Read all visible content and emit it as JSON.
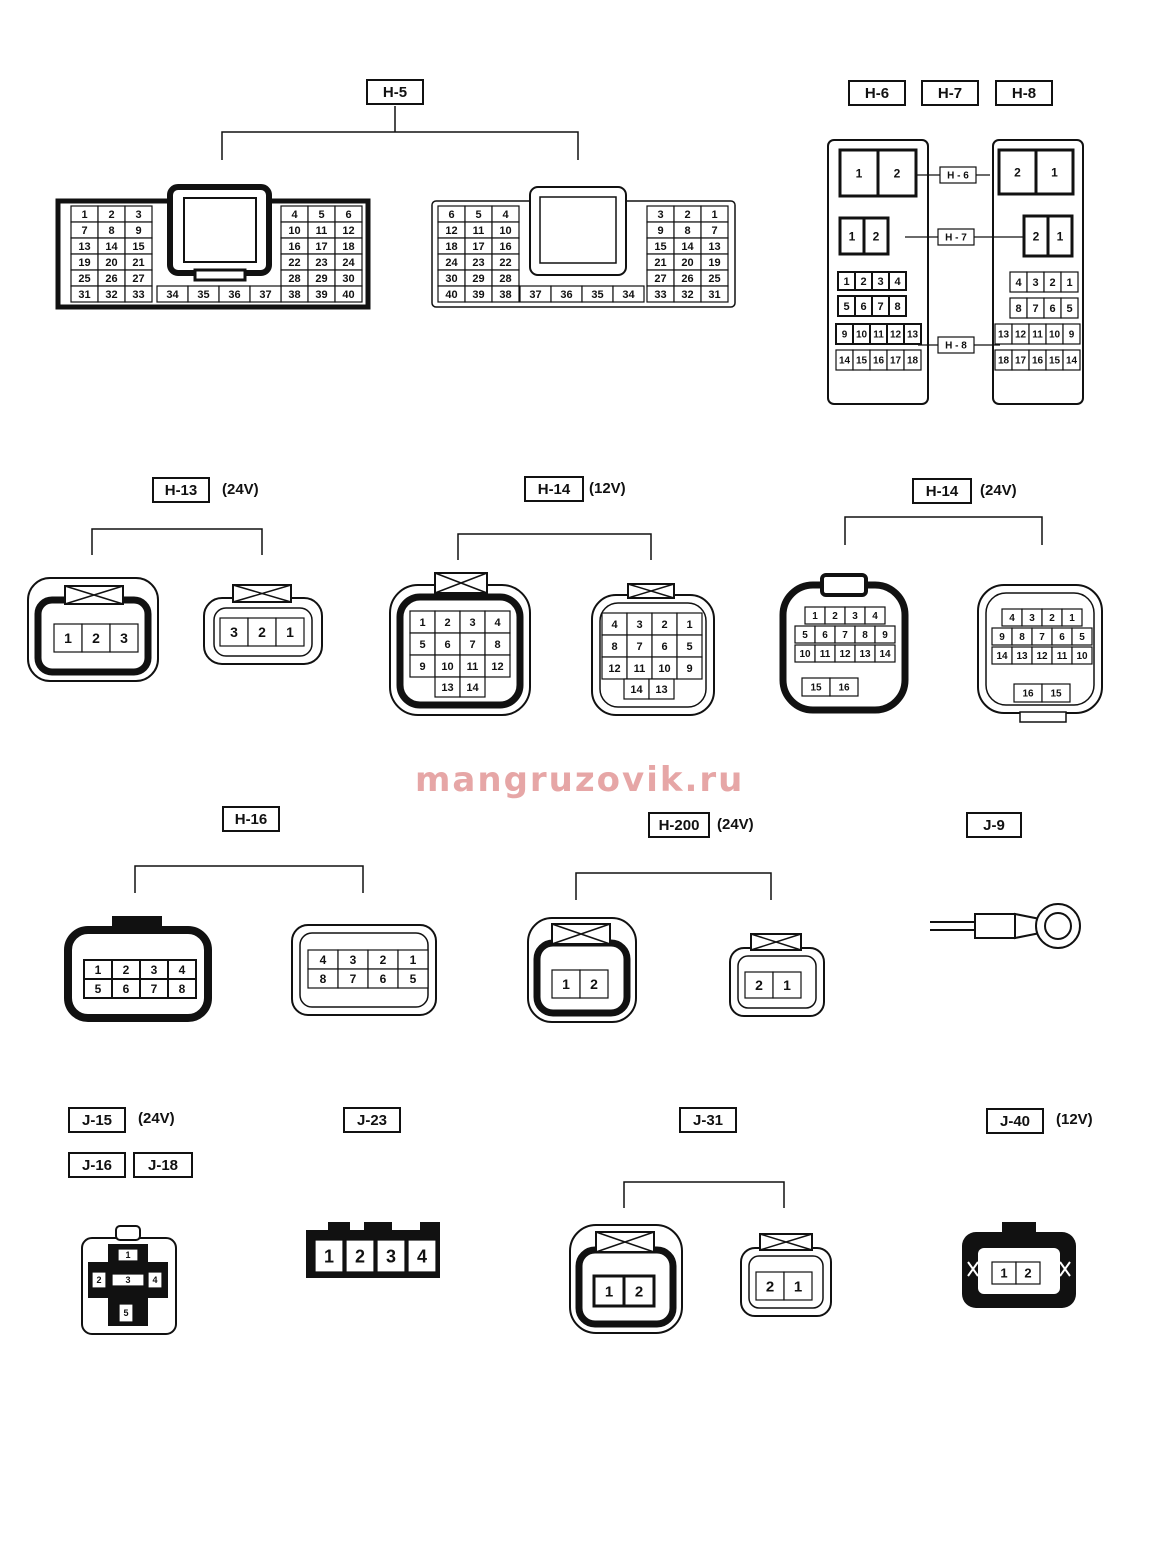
{
  "watermark": "mangruzovik.ru",
  "labels": {
    "h5": "H-5",
    "h6": "H-6",
    "h7": "H-7",
    "h8": "H-8",
    "h13": "H-13",
    "h14a": "H-14",
    "h14b": "H-14",
    "h16": "H-16",
    "h200": "H-200",
    "j9": "J-9",
    "j15": "J-15",
    "j16": "J-16",
    "j18": "J-18",
    "j23": "J-23",
    "j31": "J-31",
    "j40": "J-40"
  },
  "voltages": {
    "h13": "(24V)",
    "h14a": "(12V)",
    "h14b": "(24V)",
    "h200": "(24V)",
    "j15": "(24V)",
    "j40": "(12V)"
  },
  "h5": {
    "left_rows_a": [
      [
        "1",
        "2",
        "3"
      ],
      [
        "7",
        "8",
        "9"
      ],
      [
        "13",
        "14",
        "15"
      ],
      [
        "19",
        "20",
        "21"
      ],
      [
        "25",
        "26",
        "27"
      ],
      [
        "31",
        "32",
        "33"
      ]
    ],
    "left_rows_b": [
      [
        "4",
        "5",
        "6"
      ],
      [
        "10",
        "11",
        "12"
      ],
      [
        "16",
        "17",
        "18"
      ],
      [
        "22",
        "23",
        "24"
      ],
      [
        "28",
        "29",
        "30"
      ],
      [
        "38",
        "39",
        "40"
      ]
    ],
    "left_mid": [
      "34",
      "35",
      "36",
      "37"
    ],
    "right_rows_a": [
      [
        "6",
        "5",
        "4"
      ],
      [
        "12",
        "11",
        "10"
      ],
      [
        "18",
        "17",
        "16"
      ],
      [
        "24",
        "23",
        "22"
      ],
      [
        "30",
        "29",
        "28"
      ],
      [
        "40",
        "39",
        "38"
      ]
    ],
    "right_rows_b": [
      [
        "3",
        "2",
        "1"
      ],
      [
        "9",
        "8",
        "7"
      ],
      [
        "15",
        "14",
        "13"
      ],
      [
        "21",
        "20",
        "19"
      ],
      [
        "27",
        "26",
        "25"
      ],
      [
        "33",
        "32",
        "31"
      ]
    ],
    "right_mid": [
      "37",
      "36",
      "35",
      "34"
    ]
  },
  "h678": {
    "callouts": [
      "H - 6",
      "H - 7",
      "H - 8"
    ],
    "left": {
      "big": [
        "1",
        "2"
      ],
      "mid": [
        "1",
        "2"
      ],
      "rows": [
        [
          "1",
          "2",
          "3",
          "4"
        ],
        [
          "5",
          "6",
          "7",
          "8"
        ],
        [
          "9",
          "10",
          "11",
          "12",
          "13"
        ],
        [
          "14",
          "15",
          "16",
          "17",
          "18"
        ]
      ]
    },
    "right": {
      "big": [
        "2",
        "1"
      ],
      "mid": [
        "2",
        "1"
      ],
      "rows": [
        [
          "4",
          "3",
          "2",
          "1"
        ],
        [
          "8",
          "7",
          "6",
          "5"
        ],
        [
          "13",
          "12",
          "11",
          "10",
          "9"
        ],
        [
          "18",
          "17",
          "16",
          "15",
          "14"
        ]
      ]
    }
  },
  "h13": {
    "female": [
      "1",
      "2",
      "3"
    ],
    "male": [
      "3",
      "2",
      "1"
    ]
  },
  "h14a": {
    "female": [
      [
        "1",
        "2",
        "3",
        "4"
      ],
      [
        "5",
        "6",
        "7",
        "8"
      ],
      [
        "9",
        "10",
        "11",
        "12"
      ],
      [
        "13",
        "14"
      ]
    ],
    "male": [
      [
        "4",
        "3",
        "2",
        "1"
      ],
      [
        "8",
        "7",
        "6",
        "5"
      ],
      [
        "12",
        "11",
        "10",
        "9"
      ],
      [
        "14",
        "13"
      ]
    ]
  },
  "h14b": {
    "female": [
      [
        "1",
        "2",
        "3",
        "4"
      ],
      [
        "5",
        "6",
        "7",
        "8",
        "9"
      ],
      [
        "10",
        "11",
        "12",
        "13",
        "14"
      ],
      [
        "15",
        "16"
      ]
    ],
    "male": [
      [
        "4",
        "3",
        "2",
        "1"
      ],
      [
        "9",
        "8",
        "7",
        "6",
        "5"
      ],
      [
        "14",
        "13",
        "12",
        "11",
        "10"
      ],
      [
        "16",
        "15"
      ]
    ]
  },
  "h16": {
    "female": [
      [
        "1",
        "2",
        "3",
        "4"
      ],
      [
        "5",
        "6",
        "7",
        "8"
      ]
    ],
    "male": [
      [
        "4",
        "3",
        "2",
        "1"
      ],
      [
        "8",
        "7",
        "6",
        "5"
      ]
    ]
  },
  "h200": {
    "female": [
      "1",
      "2"
    ],
    "male": [
      "2",
      "1"
    ]
  },
  "j15": {
    "pins": [
      "1",
      "2",
      "3",
      "4",
      "5"
    ]
  },
  "j23": {
    "pins": [
      "1",
      "2",
      "3",
      "4"
    ]
  },
  "j31": {
    "female": [
      "1",
      "2"
    ],
    "male": [
      "2",
      "1"
    ]
  },
  "j40": {
    "pins": [
      "1",
      "2"
    ]
  }
}
